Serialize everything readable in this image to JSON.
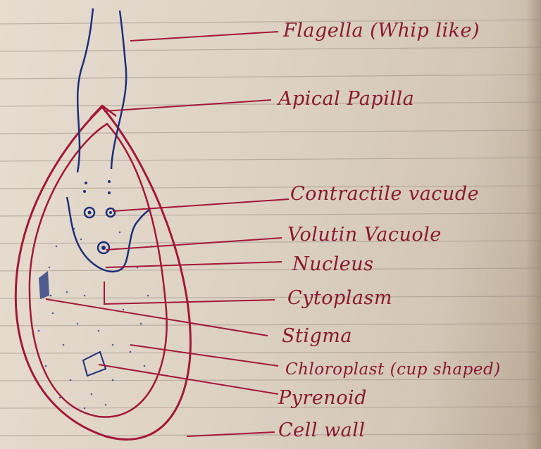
{
  "labels": {
    "flagella": "Flagella (Whip like)",
    "apical_papilla": "Apical Papilla",
    "contractile_vacuole": "Contractile vacude",
    "volutin_vacuole": "Volutin Vacuole",
    "nucleus": "Nucleus",
    "cytoplasm": "Cytoplasm",
    "stigma": "Stigma",
    "chloroplast": "Chloroplast (cup shaped)",
    "pyrenoid": "Pyrenoid",
    "cell_wall": "Cell wall"
  },
  "colors": {
    "ink_red": "#a3173a",
    "ink_blue": "#1e2f7a",
    "paper": "#e6dccf",
    "rule_line": "#9a8f84"
  }
}
